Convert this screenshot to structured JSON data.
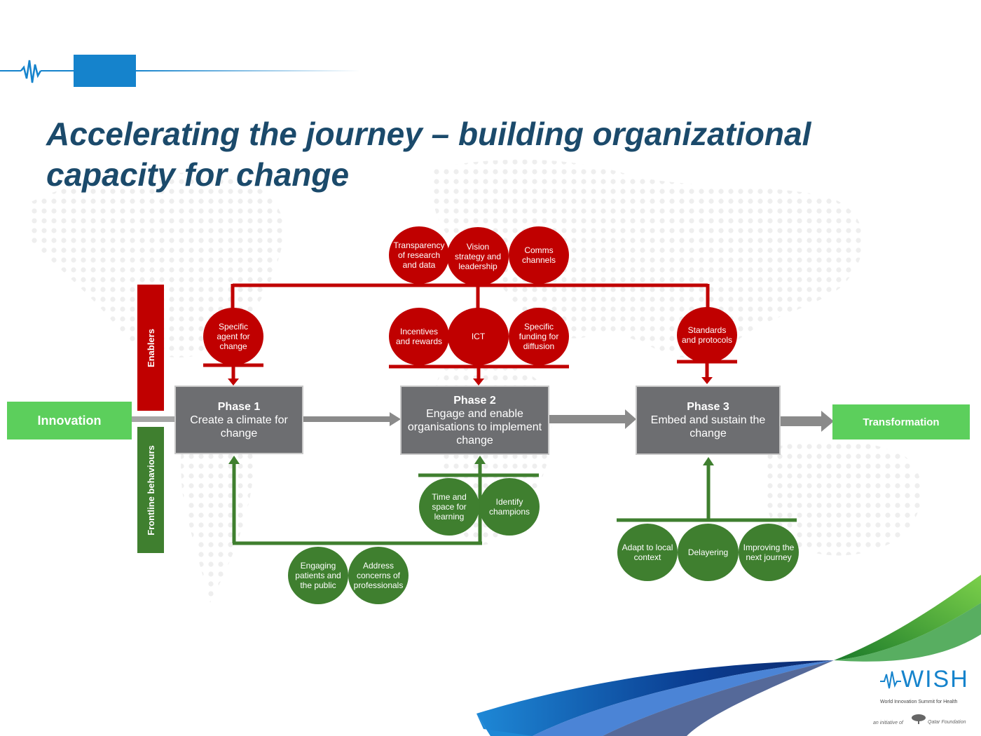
{
  "title": "Accelerating the journey – building organizational capacity for change",
  "colors": {
    "title": "#1b4a6b",
    "enabler_red": "#c00000",
    "frontline_green": "#3f7f2f",
    "endpoint_green": "#5ccf5c",
    "phase_gray": "#6d6e71",
    "accent_blue": "#1583cc"
  },
  "start_label": "Innovation",
  "end_label": "Transformation",
  "enablers_label": "Enablers",
  "frontline_label": "Frontline behaviours",
  "phases": [
    {
      "name": "Phase 1",
      "desc": "Create a climate for change"
    },
    {
      "name": "Phase 2",
      "desc": "Engage and enable organisations to implement change"
    },
    {
      "name": "Phase 3",
      "desc": "Embed and sustain the change"
    }
  ],
  "enablers_top": [
    "Transparency of research and data",
    "Vision strategy and leadership",
    "Comms channels"
  ],
  "enablers_phase1": [
    "Specific agent for change"
  ],
  "enablers_phase2": [
    "Incentives and rewards",
    "ICT",
    "Specific funding for diffusion"
  ],
  "enablers_phase3": [
    "Standards and protocols"
  ],
  "frontline_phase2": [
    "Time and space for learning",
    "Identify champions"
  ],
  "frontline_phase1": [
    "Engaging patients and the public",
    "Address concerns of professionals"
  ],
  "frontline_phase3": [
    "Adapt to local context",
    "Delayering",
    "Improving the next journey"
  ],
  "logo": {
    "name": "WISH",
    "tagline": "World Innovation Summit for Health",
    "initiative": "an initiative of",
    "foundation": "Qatar Foundation"
  }
}
